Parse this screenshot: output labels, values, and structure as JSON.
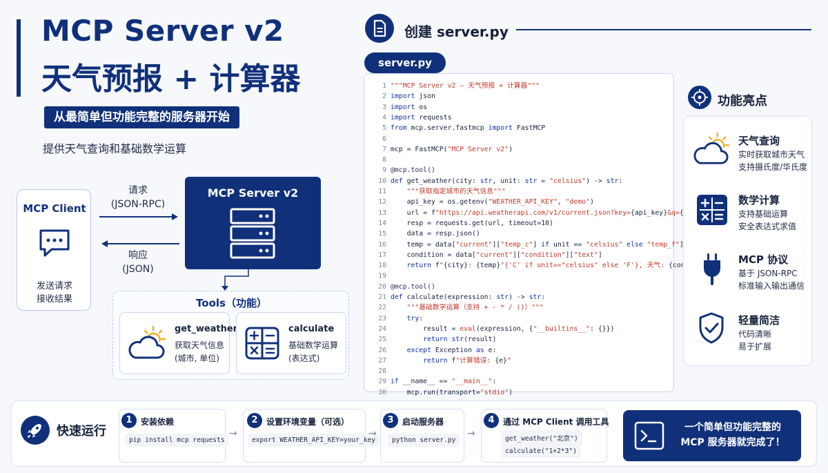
{
  "header": {
    "title_line1": "MCP Server v2",
    "title_line2": "天气预报 + 计算器",
    "subtitle": "从最简单但功能完整的服务器开始",
    "description": "提供天气查询和基础数学运算"
  },
  "diagram": {
    "client": {
      "title": "MCP Client",
      "line1": "发送请求",
      "line2": "接收结果"
    },
    "request_label1": "请求",
    "request_label2": "(JSON-RPC)",
    "response_label1": "响应",
    "response_label2": "(JSON)",
    "server_title": "MCP Server v2",
    "tools_title": "Tools（功能）",
    "tools": [
      {
        "name": "get_weather",
        "desc1": "获取天气信息",
        "desc2": "(城市, 单位)"
      },
      {
        "name": "calculate",
        "desc1": "基础数学运算",
        "desc2": "(表达式)"
      }
    ]
  },
  "code_section": {
    "heading": "创建 server.py",
    "file_tab": "server.py"
  },
  "features": {
    "heading": "功能亮点",
    "items": [
      {
        "name": "天气查询",
        "desc1": "实时获取城市天气",
        "desc2": "支持摄氏度/华氏度"
      },
      {
        "name": "数学计算",
        "desc1": "支持基础运算",
        "desc2": "安全表达式求值"
      },
      {
        "name": "MCP 协议",
        "desc1": "基于 JSON-RPC",
        "desc2": "标准输入输出通信"
      },
      {
        "name": "轻量简洁",
        "desc1": "代码清晰",
        "desc2": "易于扩展"
      }
    ]
  },
  "quickstart": {
    "heading": "快速运行",
    "steps": [
      {
        "num": "1",
        "title": "安装依赖",
        "cmds": [
          "pip install mcp requests"
        ]
      },
      {
        "num": "2",
        "title": "设置环境变量（可选）",
        "cmds": [
          "export WEATHER_API_KEY=your_key"
        ]
      },
      {
        "num": "3",
        "title": "启动服务器",
        "cmds": [
          "python server.py"
        ]
      },
      {
        "num": "4",
        "title": "通过 MCP Client 调用工具",
        "cmds": [
          "get_weather(\"北京\")",
          "calculate(\"1+2*3\")"
        ]
      }
    ],
    "final_line1": "一个简单但功能完整的",
    "final_line2": "MCP 服务器就完成了！",
    "arrow_glyph": "→"
  },
  "code_lines": [
    {
      "n": "1",
      "parts": [
        [
          "str",
          "\"\"\"MCP Server v2 — 天气预报 + 计算器\"\"\""
        ]
      ]
    },
    {
      "n": "2",
      "parts": [
        [
          "kw",
          "import"
        ],
        [
          "",
          " json"
        ]
      ]
    },
    {
      "n": "3",
      "parts": [
        [
          "kw",
          "import"
        ],
        [
          "",
          " os"
        ]
      ]
    },
    {
      "n": "4",
      "parts": [
        [
          "kw",
          "import"
        ],
        [
          "",
          " requests"
        ]
      ]
    },
    {
      "n": "5",
      "parts": [
        [
          "kw",
          "from"
        ],
        [
          "",
          " mcp.server.fastmcp "
        ],
        [
          "kw",
          "import"
        ],
        [
          "",
          " FastMCP"
        ]
      ]
    },
    {
      "n": "6",
      "parts": []
    },
    {
      "n": "7",
      "parts": [
        [
          "",
          "mcp = FastMCP("
        ],
        [
          "str",
          "\"MCP Server v2\""
        ],
        [
          "",
          ")"
        ]
      ]
    },
    {
      "n": "8",
      "parts": []
    },
    {
      "n": "9",
      "parts": [
        [
          "dec",
          "@mcp.tool()"
        ]
      ]
    },
    {
      "n": "10",
      "parts": [
        [
          "kw",
          "def"
        ],
        [
          "",
          " get_weather(city: "
        ],
        [
          "kw",
          "str"
        ],
        [
          "",
          ", unit: "
        ],
        [
          "kw",
          "str"
        ],
        [
          "",
          " = "
        ],
        [
          "str",
          "\"celsius\""
        ],
        [
          "",
          ") -> "
        ],
        [
          "kw",
          "str"
        ],
        [
          "",
          ":"
        ]
      ]
    },
    {
      "n": "11",
      "parts": [
        [
          "",
          "    "
        ],
        [
          "str",
          "\"\"\"获取指定城市的天气信息\"\"\""
        ]
      ]
    },
    {
      "n": "12",
      "parts": [
        [
          "",
          "    api_key = os.getenv("
        ],
        [
          "str",
          "\"WEATHER_API_KEY\""
        ],
        [
          "",
          ", "
        ],
        [
          "str",
          "\"demo\""
        ],
        [
          "",
          ")"
        ]
      ]
    },
    {
      "n": "13",
      "parts": [
        [
          "",
          "    url = f"
        ],
        [
          "str",
          "\"https://api.weatherapi.com/v1/current.json?key="
        ],
        [
          "",
          "{api_key}"
        ],
        [
          "str",
          "&q="
        ],
        [
          "",
          "{city}"
        ],
        [
          "str",
          "\""
        ]
      ]
    },
    {
      "n": "14",
      "parts": [
        [
          "",
          "    resp = requests.get(url, timeout=10)"
        ]
      ]
    },
    {
      "n": "15",
      "parts": [
        [
          "",
          "    data = resp.json()"
        ]
      ]
    },
    {
      "n": "16",
      "parts": [
        [
          "",
          "    temp = data["
        ],
        [
          "str",
          "\"current\""
        ],
        [
          "",
          "]["
        ],
        [
          "str",
          "\"temp_c\""
        ],
        [
          "",
          "] "
        ],
        [
          "kw",
          "if"
        ],
        [
          "",
          " unit == "
        ],
        [
          "str",
          "\"celsius\""
        ],
        [
          "",
          " "
        ],
        [
          "kw",
          "else"
        ],
        [
          "",
          " "
        ],
        [
          "str",
          "\"temp_f\""
        ],
        [
          "",
          "]"
        ]
      ]
    },
    {
      "n": "17",
      "parts": [
        [
          "",
          "    condition = data["
        ],
        [
          "str",
          "\"current\""
        ],
        [
          "",
          "]["
        ],
        [
          "str",
          "\"condition\""
        ],
        [
          "",
          "]["
        ],
        [
          "str",
          "\"text\""
        ],
        [
          "",
          "]"
        ]
      ]
    },
    {
      "n": "18",
      "parts": [
        [
          "",
          "    "
        ],
        [
          "kw",
          "return"
        ],
        [
          "",
          " f"
        ],
        [
          "str",
          "\""
        ],
        [
          "",
          "{city}"
        ],
        [
          "str",
          ": "
        ],
        [
          "",
          "{temp}"
        ],
        [
          "str",
          "°{'C' if unit==\"celsius\" else 'F'}, 天气: "
        ],
        [
          "",
          "{condition}"
        ],
        [
          "str",
          "\""
        ]
      ]
    },
    {
      "n": "19",
      "parts": []
    },
    {
      "n": "20",
      "parts": [
        [
          "dec",
          "@mcp.tool()"
        ]
      ]
    },
    {
      "n": "21",
      "parts": [
        [
          "kw",
          "def"
        ],
        [
          "",
          " calculate(expression: "
        ],
        [
          "kw",
          "str"
        ],
        [
          "",
          ") -> "
        ],
        [
          "kw",
          "str"
        ],
        [
          "",
          ":"
        ]
      ]
    },
    {
      "n": "22",
      "parts": [
        [
          "",
          "    "
        ],
        [
          "str",
          "\"\"\"基础数学运算（支持 + - * / ()）\"\"\""
        ]
      ]
    },
    {
      "n": "23",
      "parts": [
        [
          "",
          "    "
        ],
        [
          "kw",
          "try"
        ],
        [
          "",
          ":"
        ]
      ]
    },
    {
      "n": "24",
      "parts": [
        [
          "",
          "        result = "
        ],
        [
          "str",
          "eval"
        ],
        [
          "",
          "(expression, {"
        ],
        [
          "str",
          "\"__builtins__\""
        ],
        [
          "",
          ": {}})"
        ]
      ]
    },
    {
      "n": "25",
      "parts": [
        [
          "",
          "        "
        ],
        [
          "kw",
          "return"
        ],
        [
          "",
          " "
        ],
        [
          "kw",
          "str"
        ],
        [
          "",
          "(result)"
        ]
      ]
    },
    {
      "n": "26",
      "parts": [
        [
          "",
          "    "
        ],
        [
          "kw",
          "except"
        ],
        [
          "",
          " Exception "
        ],
        [
          "kw",
          "as"
        ],
        [
          "",
          " e:"
        ]
      ]
    },
    {
      "n": "27",
      "parts": [
        [
          "",
          "        "
        ],
        [
          "kw",
          "return"
        ],
        [
          "",
          " f"
        ],
        [
          "str",
          "\"计算错误: "
        ],
        [
          "",
          "{e}"
        ],
        [
          "str",
          "\""
        ]
      ]
    },
    {
      "n": "28",
      "parts": []
    },
    {
      "n": "29",
      "parts": [
        [
          "kw",
          "if"
        ],
        [
          "",
          " __name__ == "
        ],
        [
          "str",
          "\"__main__\""
        ],
        [
          "",
          ":"
        ]
      ]
    },
    {
      "n": "30",
      "parts": [
        [
          "",
          "    mcp.run(transport="
        ],
        [
          "str",
          "\"stdio\""
        ],
        [
          "",
          ")"
        ]
      ]
    }
  ],
  "colors": {
    "navy": "#10307a",
    "keyword": "#1230a8",
    "string": "#c0392b",
    "accent_yellow": "#f2b01e"
  }
}
